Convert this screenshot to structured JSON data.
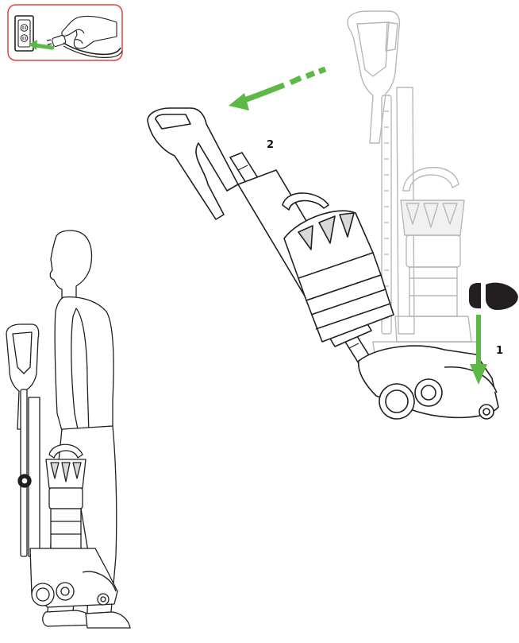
{
  "steps": [
    {
      "number": "1",
      "action": "press-foot-down-on-base"
    },
    {
      "number": "2",
      "action": "tilt-handle-back"
    }
  ],
  "colors": {
    "accent_arrow": "#5cb948",
    "panel_border": "#e0413f",
    "line_art": "#231f20",
    "ghost_line_art": "#b8b8b8",
    "cyclone_fill": "#d9d9d9"
  },
  "icons": {
    "unplug": "plug-removed-from-wall-socket-icon",
    "foot": "foot-icon",
    "arrow_down": "arrow-down-icon",
    "arrow_tilt": "curved-dashed-arrow-icon"
  }
}
